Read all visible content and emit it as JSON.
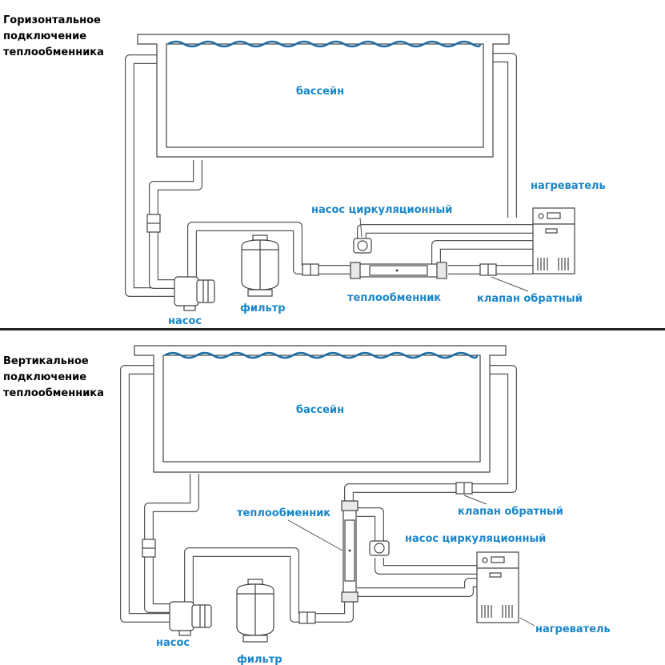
{
  "top": {
    "heading": "Горизонтальное\nподключение\nтеплообменника",
    "labels": {
      "pool": "бассейн",
      "circ_pump": "насос циркуляционный",
      "heater": "нагреватель",
      "filter": "фильтр",
      "exchanger": "теплообменник",
      "check_valve": "клапан обратный",
      "pump": "насос"
    }
  },
  "bottom": {
    "heading": "Вертикальное\nподключение\nтеплообменника",
    "labels": {
      "pool": "бассейн",
      "exchanger": "теплообменник",
      "check_valve": "клапан обратный",
      "circ_pump": "насос циркуляционный",
      "heater": "нагреватель",
      "pump": "насос",
      "filter": "фильтр"
    }
  },
  "colors": {
    "label": "#1a86c8",
    "water": "#1e6fa8",
    "line": "#444444",
    "divider": "#222222"
  }
}
